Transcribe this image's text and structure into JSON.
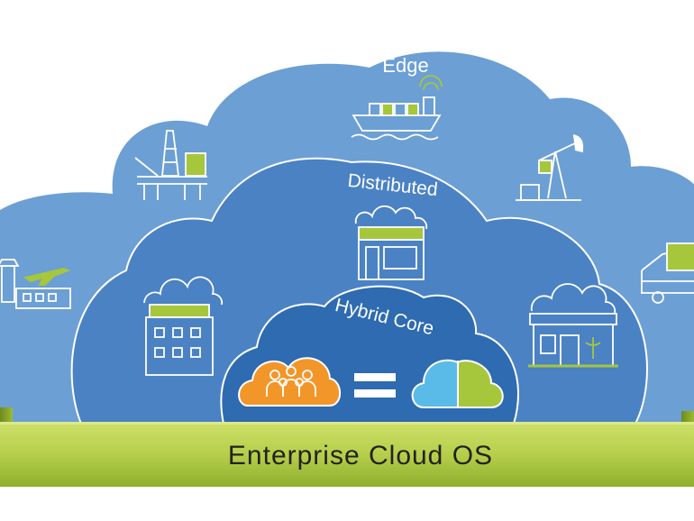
{
  "layers": {
    "edge": "Edge",
    "distributed": "Distributed",
    "hybrid_core": "Hybrid Core"
  },
  "platform_bar": "Enterprise Cloud OS",
  "equals_sign": "=",
  "icons": {
    "edge": [
      "ship-icon",
      "oil-rig-icon",
      "oil-pump-icon",
      "airport-icon",
      "vehicle-icon"
    ],
    "distributed": [
      "store-icon",
      "office-building-icon",
      "clinic-icon"
    ],
    "hybrid_core": [
      "people-cloud-icon",
      "split-cloud-icon"
    ]
  },
  "colors": {
    "outer_cloud": "#6c9fd4",
    "middle_cloud": "#4a82c4",
    "inner_cloud": "#2e6bb0",
    "accent_green": "#a6c63c",
    "bar_green": "#b5cf4a",
    "people_cloud_orange": "#f3962a",
    "split_cloud_blue": "#5bbbe8"
  }
}
